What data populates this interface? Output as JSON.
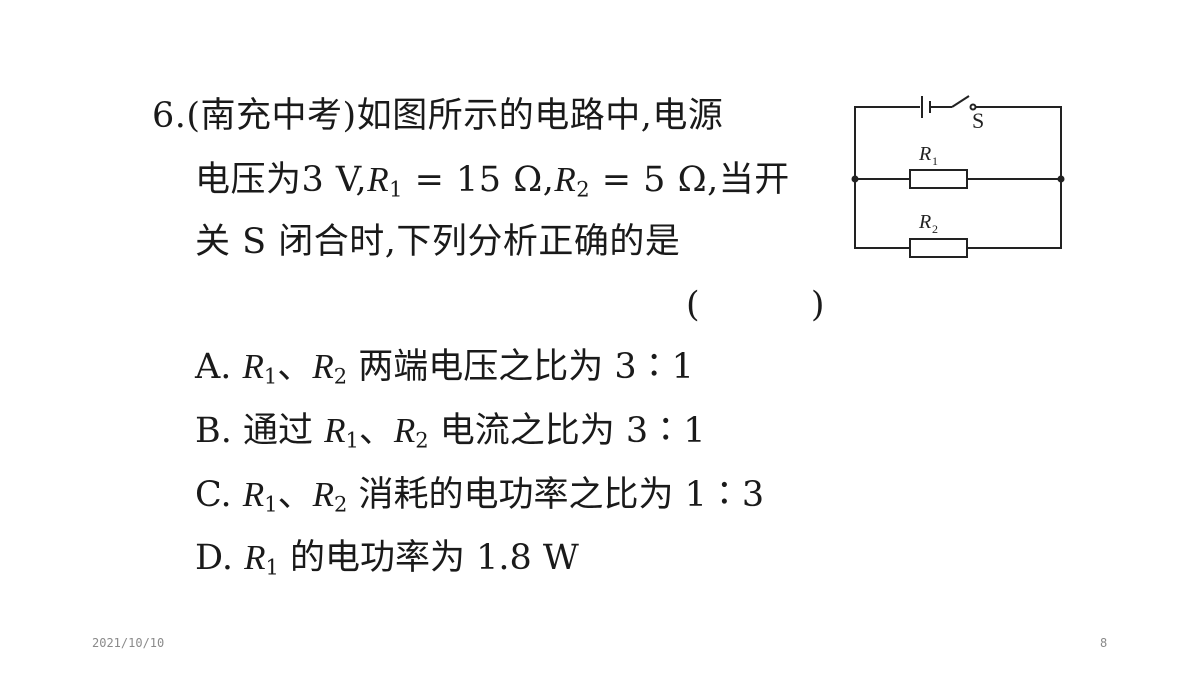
{
  "question": {
    "number": "6.",
    "source": "(南充中考)",
    "line1_rest": "如图所示的电路中,电源",
    "line2_a": "电压为3 V,",
    "r1_symbol": "R",
    "r1_sub": "1",
    "line2_b": " = 15 Ω,",
    "r2_symbol": "R",
    "r2_sub": "2",
    "line2_c": " = 5 Ω,当开",
    "line3": "关 S 闭合时,下列分析正确的是",
    "answer_blank": "(          )"
  },
  "options": {
    "a": {
      "letter": "A. ",
      "r1": "R",
      "r1_sub": "1",
      "sep": "、",
      "r2": "R",
      "r2_sub": "2",
      "text": " 两端电压之比为 3∶1"
    },
    "b": {
      "letter": "B. ",
      "pre": "通过 ",
      "r1": "R",
      "r1_sub": "1",
      "sep": "、",
      "r2": "R",
      "r2_sub": "2",
      "text": " 电流之比为 3∶1"
    },
    "c": {
      "letter": "C. ",
      "r1": "R",
      "r1_sub": "1",
      "sep": "、",
      "r2": "R",
      "r2_sub": "2",
      "text": " 消耗的电功率之比为 1∶3"
    },
    "d": {
      "letter": "D. ",
      "r1": "R",
      "r1_sub": "1",
      "text": " 的电功率为 1.8 W"
    }
  },
  "circuit": {
    "switch_label": "S",
    "r1_label": "R",
    "r1_label_sub": "1",
    "r2_label": "R",
    "r2_label_sub": "2"
  },
  "footer": {
    "date": "2021/10/10",
    "page": "8"
  }
}
